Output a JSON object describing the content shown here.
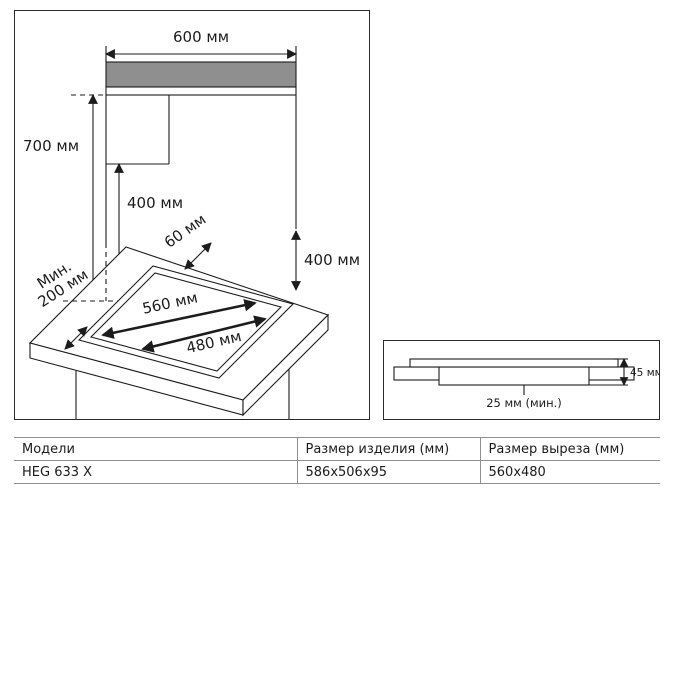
{
  "main_diagram": {
    "labels": {
      "top_width": "600 мм",
      "hood_height": "700 мм",
      "left_height": "400 мм",
      "back_gap": "60 мм",
      "right_height": "400 мм",
      "front_min_line1": "Мин.",
      "front_min_line2": "200 мм",
      "cutout_width": "560 мм",
      "cutout_depth": "480 мм"
    }
  },
  "section_diagram": {
    "labels": {
      "build_in_height": "45 мм",
      "min_clearance": "25 мм (мин.)"
    }
  },
  "spec_table": {
    "headers": [
      "Модели",
      "Размер изделия (мм)",
      "Размер выреза (мм)"
    ],
    "rows": [
      {
        "model": "HEG 633 X",
        "product_size": "586x506x95",
        "cutout_size": "560x480"
      }
    ]
  },
  "colors": {
    "outline": "#1c1c1c",
    "hood_strip_fill": "#8f8f8f",
    "table_border": "#8f8f8f"
  }
}
